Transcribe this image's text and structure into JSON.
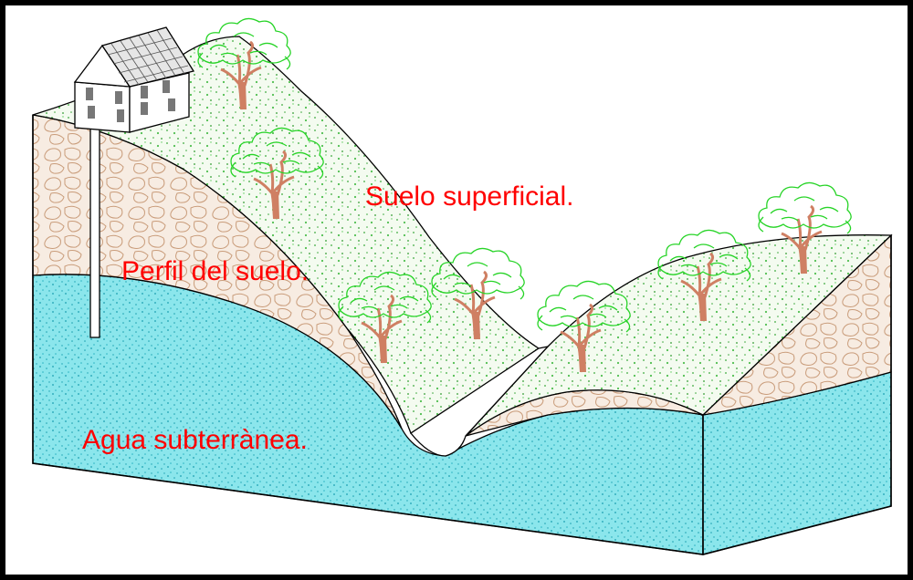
{
  "labels": {
    "surface_soil": "Suelo superficial.",
    "soil_profile": "Perfil del suelo.",
    "groundwater": "Agua subterrànea."
  },
  "colors": {
    "label_text": "#ff0000",
    "water": "#7fe3ea",
    "water_dots": "#1a9fb0",
    "soil_profile": "#f6eadf",
    "soil_stones": "#c99c7a",
    "surface": "#f3fbef",
    "surface_dots": "#3aa83a",
    "tree_canopy": "#27d427",
    "tree_trunk": "#cf7f63",
    "outline": "#000000"
  }
}
